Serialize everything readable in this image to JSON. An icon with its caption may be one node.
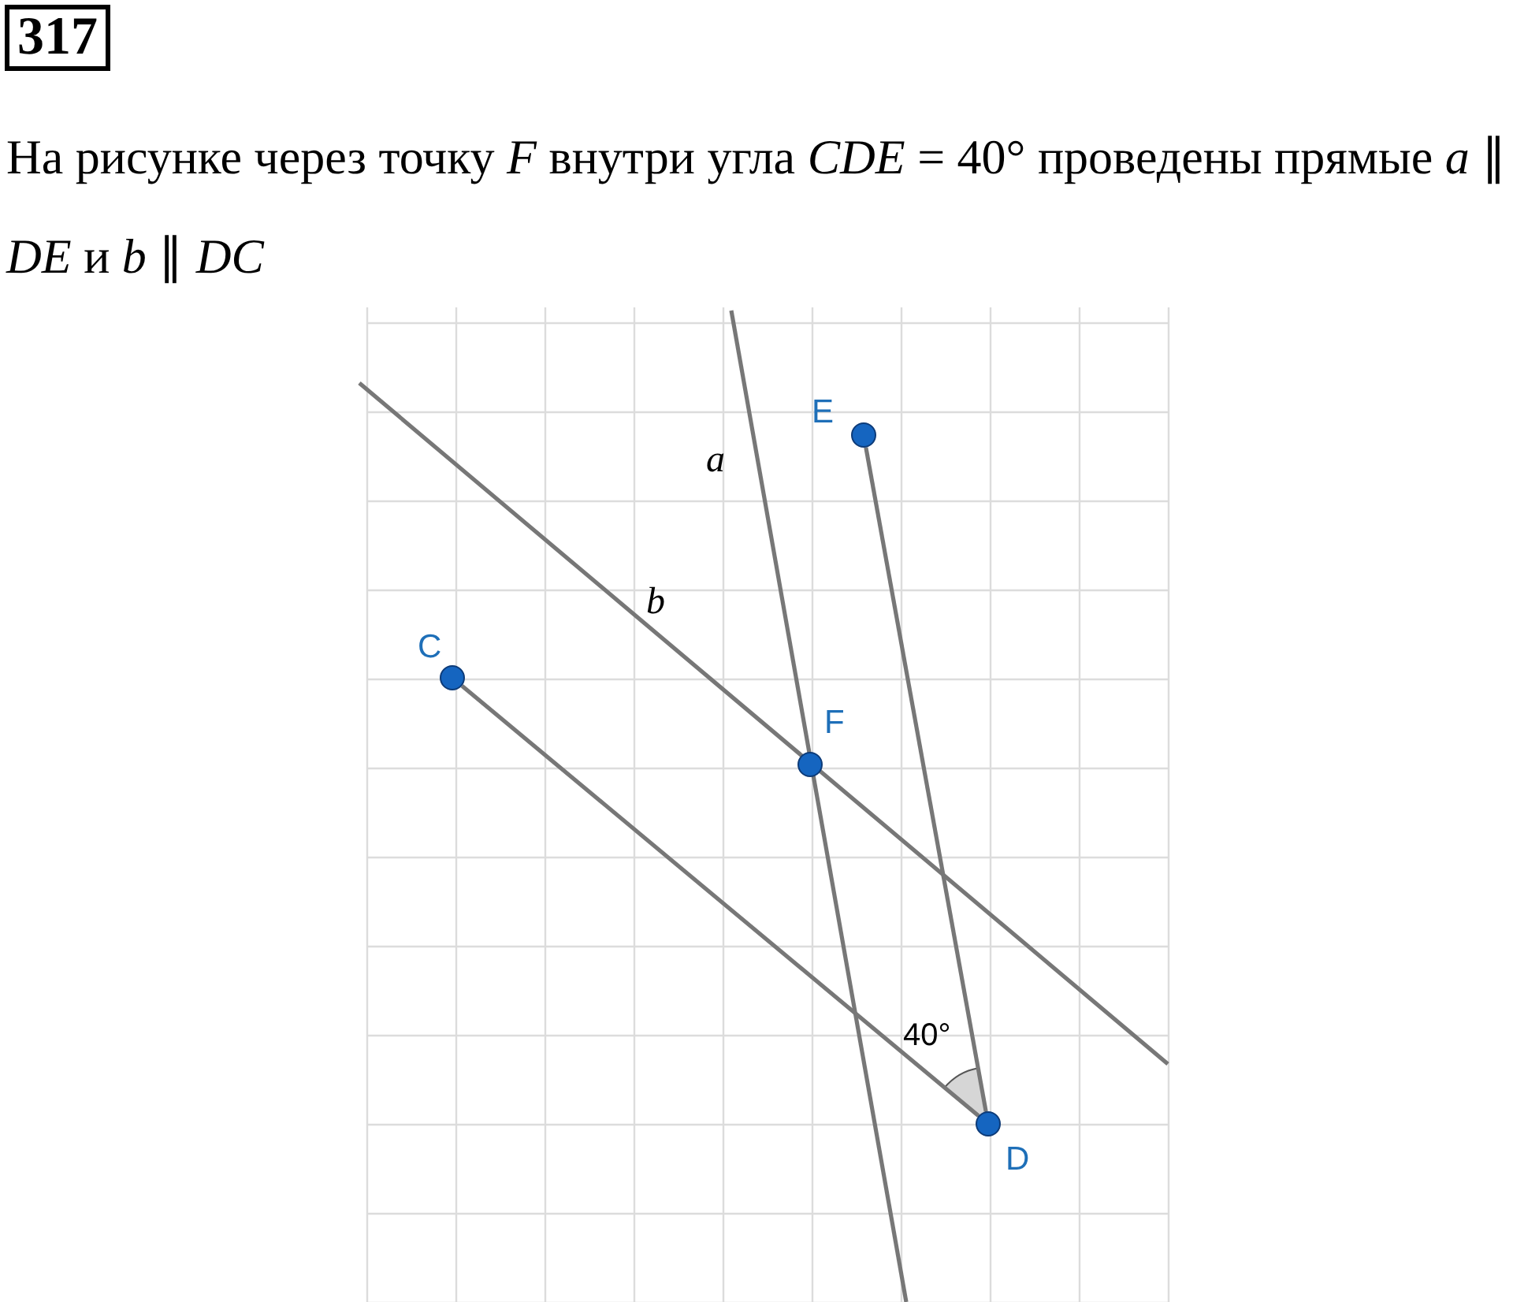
{
  "diagram": {
    "title": "317",
    "caption": "На рисунке через точку *F* внутри угла *CDE* = 40° проведены прямые *a* ∥ *DE* и *b* ∥ *DC*",
    "nodes": [
      {
        "text": [
          "C"
        ]
      },
      {
        "text": [
          "E"
        ]
      },
      {
        "text": [
          "F"
        ]
      },
      {
        "text": [
          "D"
        ]
      }
    ],
    "edges": [
      {
        "from": 0,
        "to": 3,
        "arrow": "none"
      },
      {
        "from": 3,
        "to": 1,
        "arrow": "none"
      }
    ],
    "labels": [
      "a",
      "b",
      "40°"
    ]
  }
}
